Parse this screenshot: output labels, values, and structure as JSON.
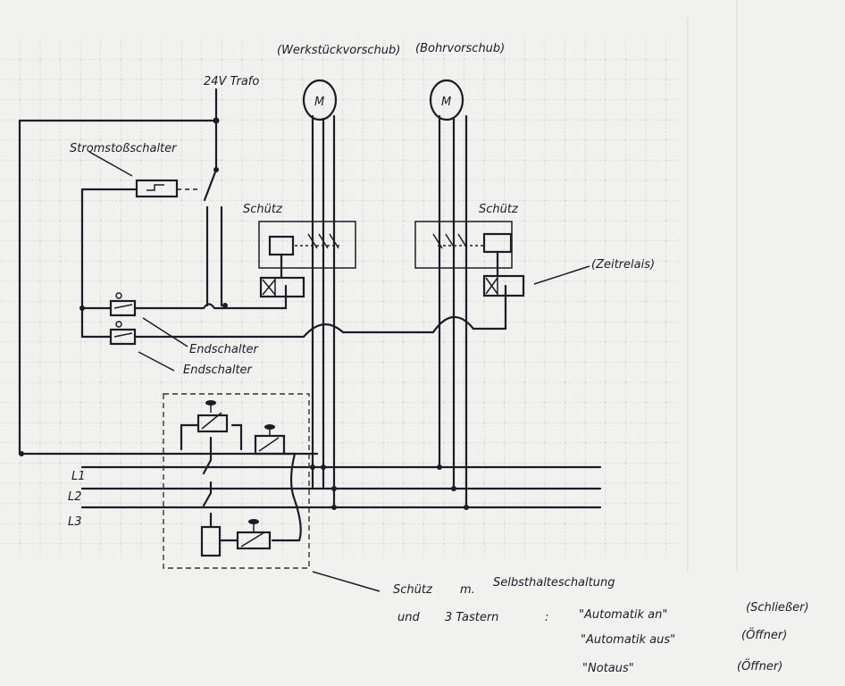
{
  "labels": {
    "motor1_caption": "(Werkstückvorschub)",
    "motor2_caption": "(Bohrvorschub)",
    "trafo": "24V Trafo",
    "motor_symbol": "M",
    "stromstoss": "Stromstoßschalter",
    "schuetz_left": "Schütz",
    "schuetz_right": "Schütz",
    "zeitrelais": "(Zeitrelais)",
    "endschalter_1": "Endschalter",
    "endschalter_2": "Endschalter",
    "l1": "L1",
    "l2": "L2",
    "l3": "L3"
  },
  "notes": {
    "line1_a": "Schütz",
    "line1_b": "m.",
    "line1_c": "Selbsthalteschaltung",
    "line2_a": "und",
    "line2_b": "3 Tastern",
    "line2_c": ":",
    "buttons": [
      {
        "name": "\"Automatik an\"",
        "type": "(Schließer)"
      },
      {
        "name": "\"Automatik aus\"",
        "type": "(Öffner)"
      },
      {
        "name": "\"Notaus\"",
        "type": "(Öffner)"
      }
    ]
  }
}
